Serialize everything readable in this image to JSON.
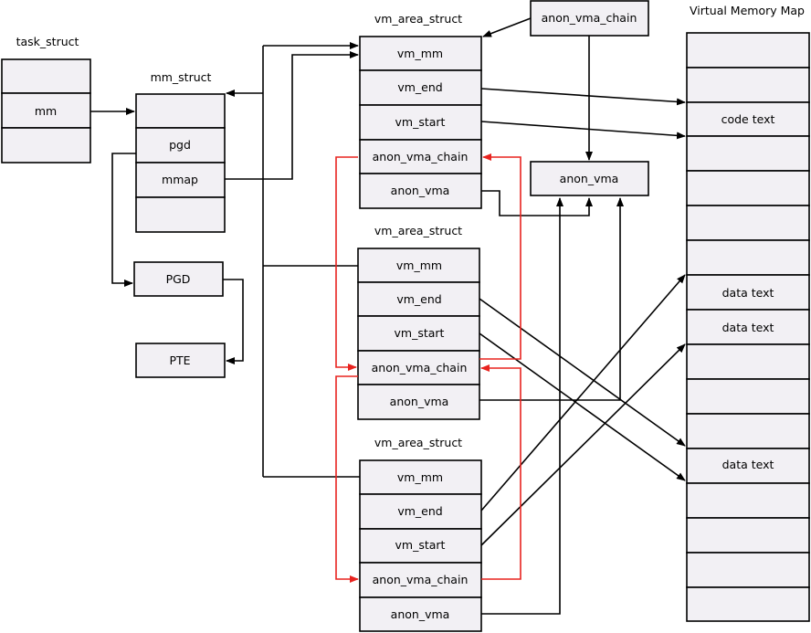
{
  "diagram": {
    "titles": {
      "task_struct": "task_struct",
      "mm_struct": "mm_struct",
      "vma1": "vm_area_struct",
      "vma2": "vm_area_struct",
      "vma3": "vm_area_struct",
      "vmm": "Virtual Memory Map"
    },
    "task_struct": {
      "mm": "mm"
    },
    "mm_struct": {
      "pgd": "pgd",
      "mmap": "mmap"
    },
    "pgd_box": "PGD",
    "pte_box": "PTE",
    "top_anon_vma_chain": "anon_vma_chain",
    "anon_vma_box": "anon_vma",
    "vma_fields": {
      "vm_mm": "vm_mm",
      "vm_end": "vm_end",
      "vm_start": "vm_start",
      "anon_vma_chain": "anon_vma_chain",
      "anon_vma": "anon_vma"
    },
    "vmm_labels": {
      "code": "code text",
      "data1": "data text",
      "data2": "data text",
      "data3": "data text"
    }
  }
}
